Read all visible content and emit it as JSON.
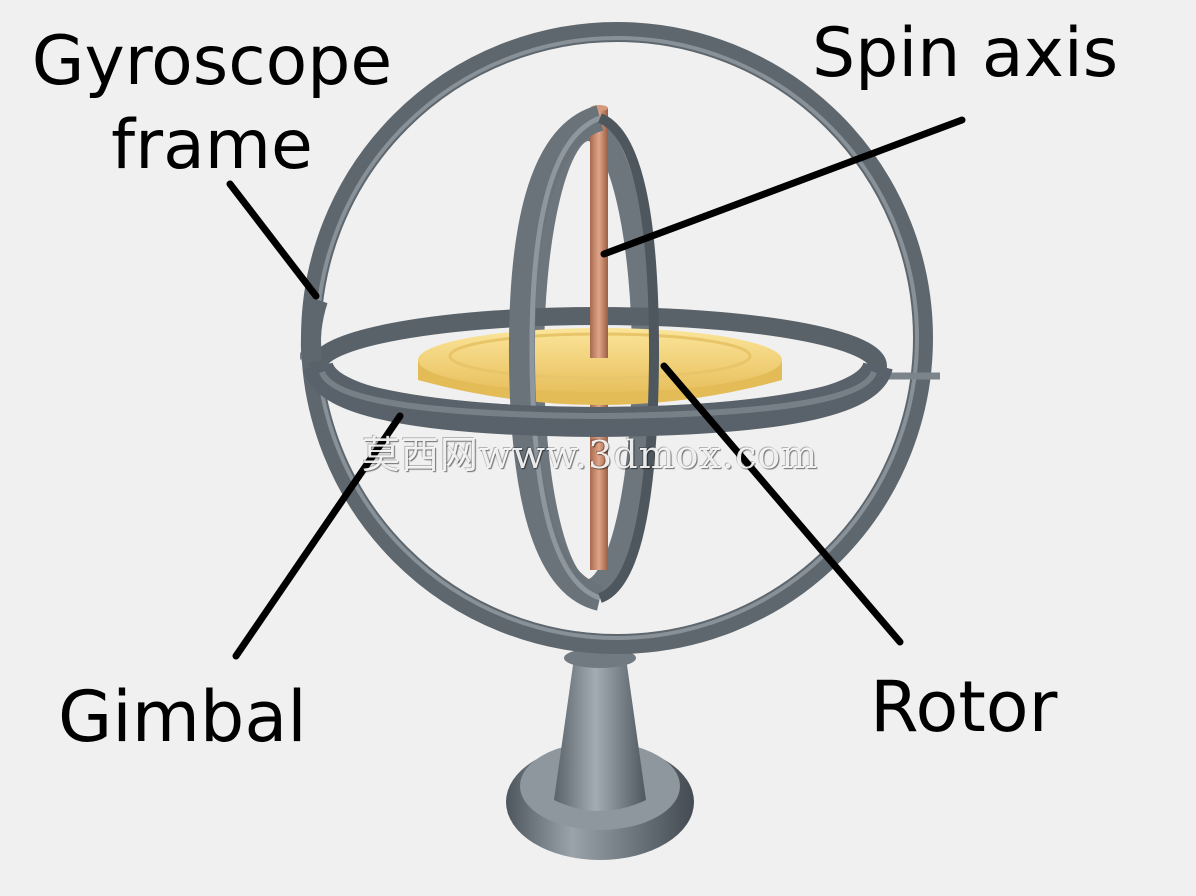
{
  "labels": {
    "gyroscope_frame_line1": "Gyroscope",
    "gyroscope_frame_line2": "frame",
    "spin_axis": "Spin axis",
    "gimbal": "Gimbal",
    "rotor": "Rotor"
  },
  "watermark": "莫西网www.3dmox.com",
  "colors": {
    "background": "#f0f0f0",
    "metal": "#5f6870",
    "metal_light": "#8c959c",
    "rotor": "#f3d27a",
    "axle": "#c98a6a",
    "leader_lines": "#000000"
  }
}
